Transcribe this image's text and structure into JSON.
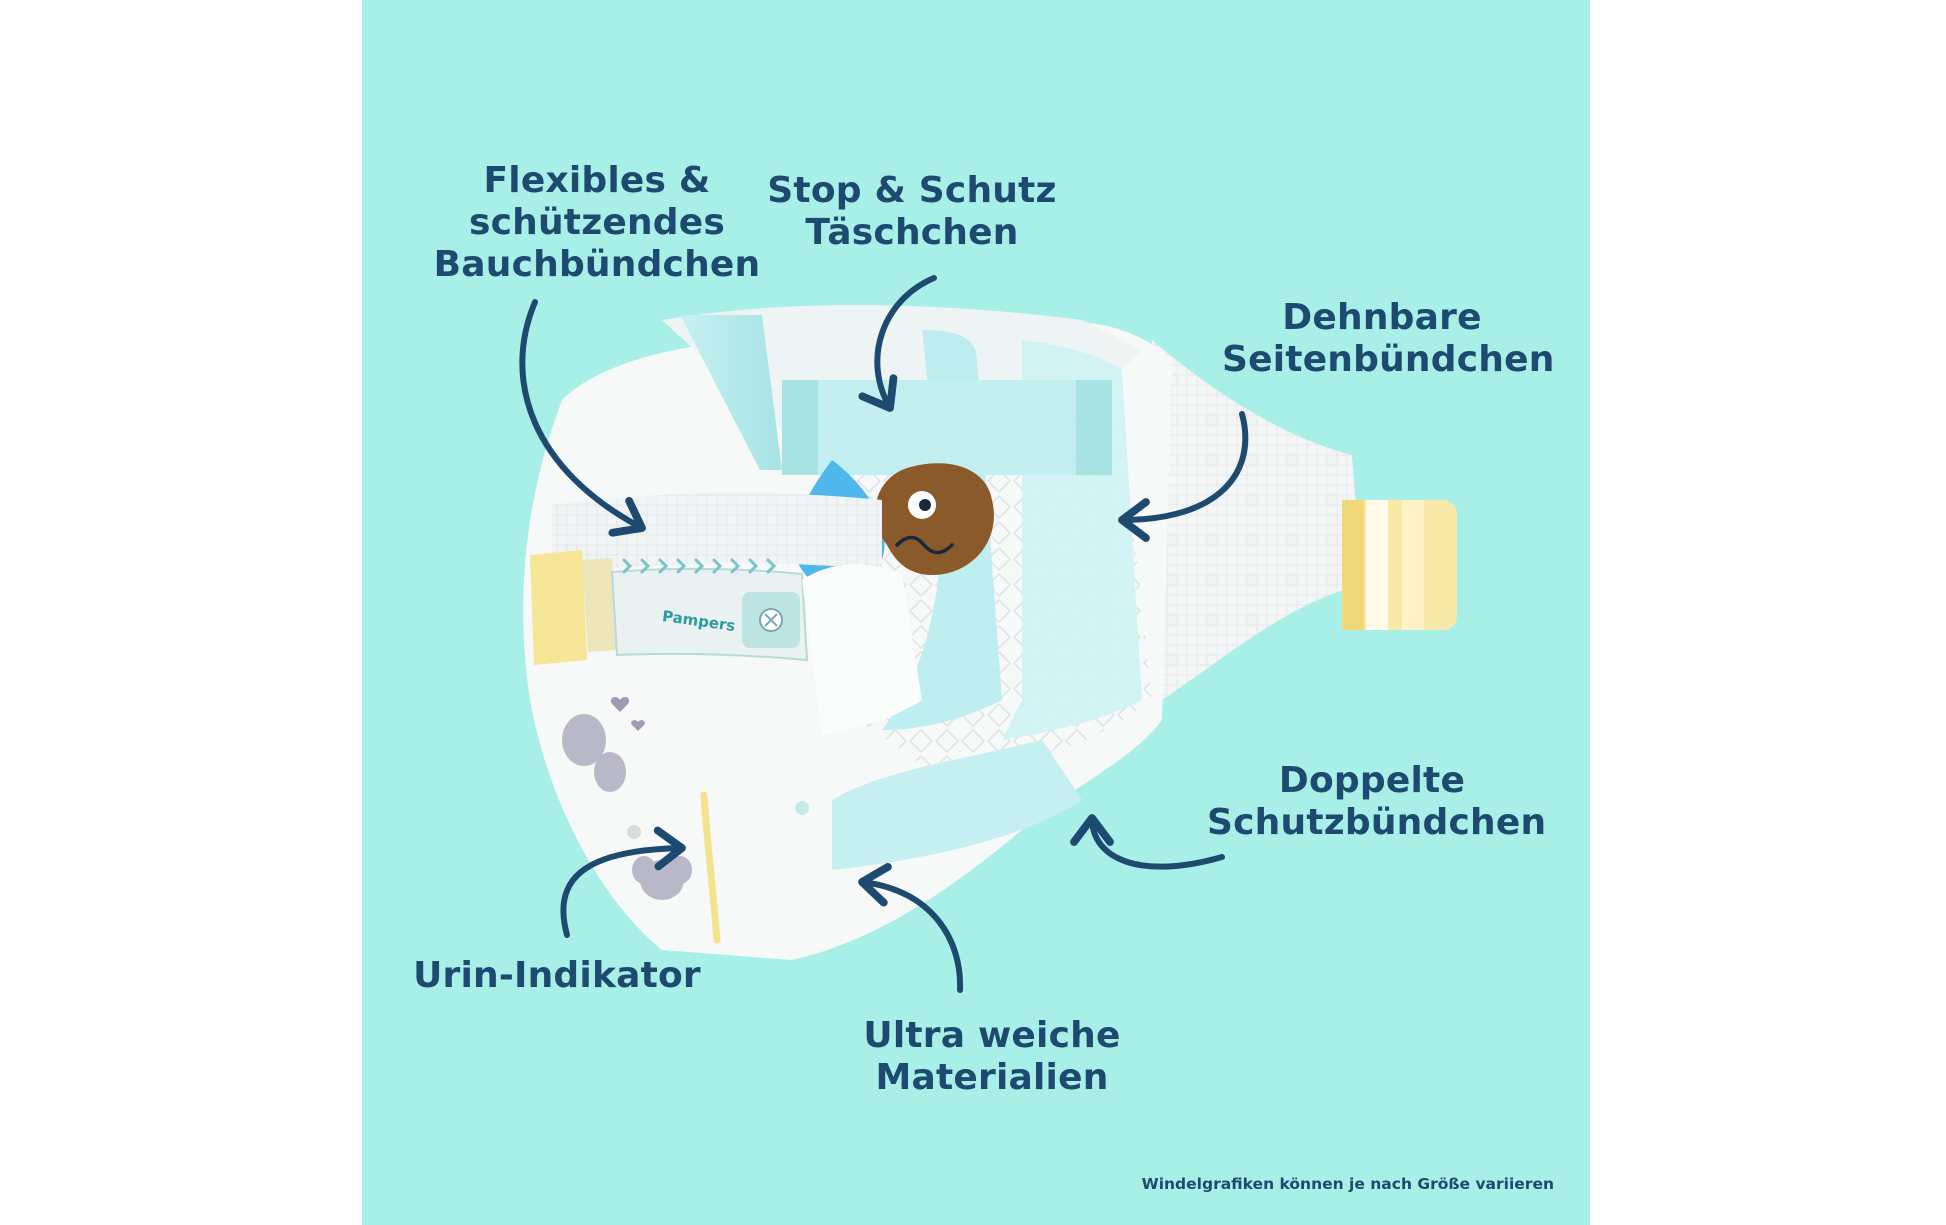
{
  "colors": {
    "panel_background": "#a8efe8",
    "label_text": "#1e4a70",
    "arrow": "#1e4a70",
    "diaper_white": "#f7f8f8",
    "aqua_lining": "#bfeff0",
    "yellow_tab": "#f6e596",
    "blue_drop": "#4fb7ec",
    "brown_drop": "#8b5a2b"
  },
  "labels": {
    "waistband": [
      "Flexibles &",
      "schützendes",
      "Bauchbündchen"
    ],
    "pocket": [
      "Stop & Schutz",
      "Täschchen"
    ],
    "side": [
      "Dehnbare",
      "Seitenbündchen"
    ],
    "leg_cuffs": [
      "Doppelte",
      "Schutzbündchen"
    ],
    "indicator": [
      "Urin-Indikator"
    ],
    "materials": [
      "Ultra weiche",
      "Materialien"
    ]
  },
  "brand_logo": "Pampers",
  "footnote": "Windelgrafiken können je nach Größe variieren"
}
